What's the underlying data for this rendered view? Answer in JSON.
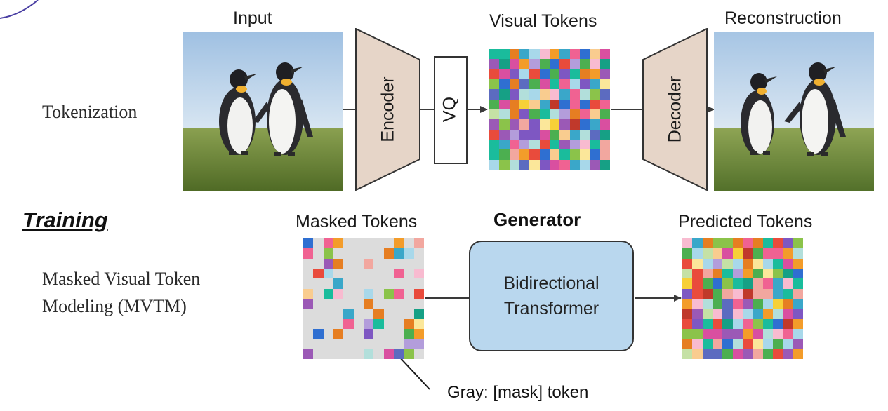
{
  "tokenization": {
    "row_label": "Tokenization",
    "input_label": "Input",
    "encoder_label": "Encoder",
    "vq_label": "VQ",
    "visual_tokens_label": "Visual Tokens",
    "decoder_label": "Decoder",
    "reconstruction_label": "Reconstruction"
  },
  "training": {
    "section_label": "Training",
    "row_label_line1": "Masked Visual Token",
    "row_label_line2": "Modeling (MVTM)",
    "masked_tokens_label": "Masked Tokens",
    "generator_label": "Generator",
    "transformer_line1": "Bidirectional",
    "transformer_line2": "Transformer",
    "predicted_tokens_label": "Predicted Tokens"
  },
  "annotation": {
    "mask_note": "Gray: [mask] token"
  },
  "colors": {
    "trapezoid_fill": "#e6d5c8",
    "transformer_fill": "#b9d7ee",
    "mask_gray": "#dcdcdc",
    "sky": "#a9c8e6",
    "grass": "#6f8a3a"
  }
}
